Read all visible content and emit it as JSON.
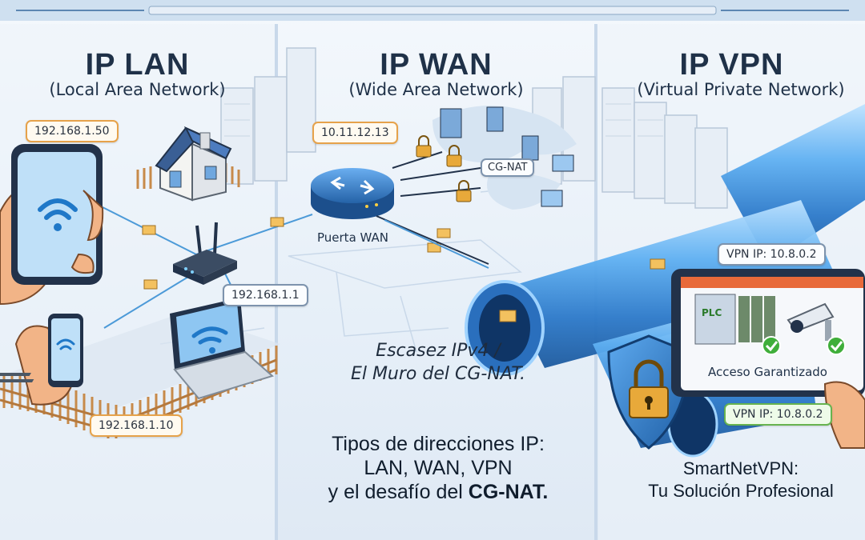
{
  "panels": {
    "lan": {
      "title": "IP LAN",
      "subtitle": "(Local Area Network)"
    },
    "wan": {
      "title": "IP WAN",
      "subtitle": "(Wide Area Network)"
    },
    "vpn": {
      "title": "IP VPN",
      "subtitle": "(Virtual Private Network)"
    }
  },
  "lan": {
    "phone_ip": "192.168.1.50",
    "router_ip": "192.168.1.1",
    "laptop_ip": "192.168.1.10"
  },
  "wan": {
    "router_ip": "10.11.12.13",
    "gateway_label": "Puerta WAN",
    "cgnat_label": "CG-NAT",
    "note_line1": "Escasez IPv4 /",
    "note_line2": "El Muro del CG-NAT."
  },
  "vpn": {
    "ip_tag_top": "VPN IP: 10.8.0.2",
    "ip_tag_bottom": "VPN IP: 10.8.0.2",
    "plc_label": "PLC",
    "access_label": "Acceso Garantizado",
    "brand_line1": "SmartNetVPN:",
    "brand_line2": "Tu Solución Profesional"
  },
  "summary": {
    "line1": "Tipos de direcciones IP:",
    "line2": "LAN, WAN, VPN",
    "line3_prefix": "y el desafío del ",
    "line3_bold": "CG-NAT."
  },
  "colors": {
    "accent": "#2f7fd3",
    "tunnel": "#4fa3f0",
    "tag_border": "#e6a24a",
    "ok_green": "#3fae3a",
    "lock_gold": "#e8a93a",
    "text_dark": "#1f3148"
  }
}
